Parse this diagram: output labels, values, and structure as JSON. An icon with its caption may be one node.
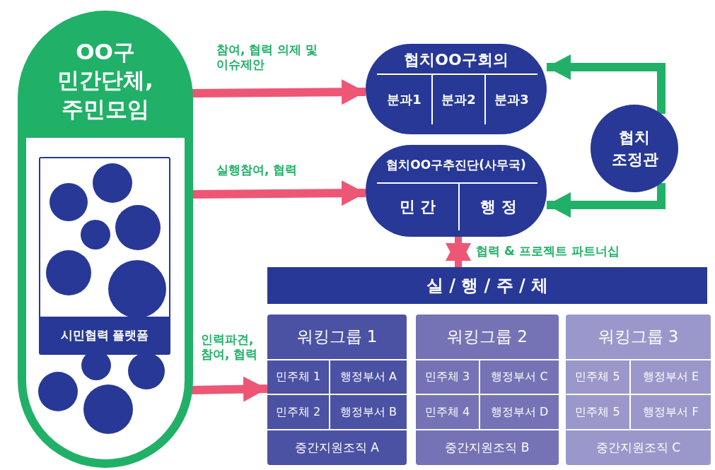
{
  "diagram": {
    "nodes": [
      {
        "text": [
          "OO구 민간단체, 주민모임"
        ]
      },
      {
        "text": [
          "시민협력 플랫폼"
        ],
        "in": 0
      },
      {
        "text": [
          "협치OO구회의"
        ]
      },
      {
        "text": [
          "분과1"
        ],
        "in": 2
      },
      {
        "text": [
          "분과2"
        ],
        "in": 2
      },
      {
        "text": [
          "분과3"
        ],
        "in": 2
      },
      {
        "text": [
          "협치OO구추진단(사무국)"
        ]
      },
      {
        "text": [
          "민 간"
        ],
        "in": 6
      },
      {
        "text": [
          "행 정"
        ],
        "in": 6
      },
      {
        "text": [
          "협치 조정관"
        ]
      },
      {
        "text": [
          "실 / 행 / 주 / 체"
        ]
      },
      {
        "text": [
          "워킹그룹 1"
        ]
      },
      {
        "text": [
          "민주체 1"
        ],
        "in": 11
      },
      {
        "text": [
          "행정부서 A"
        ],
        "in": 11
      },
      {
        "text": [
          "민주체 2"
        ],
        "in": 11
      },
      {
        "text": [
          "행정부서 B"
        ],
        "in": 11
      },
      {
        "text": [
          "중간지원조직 A"
        ],
        "in": 11
      },
      {
        "text": [
          "워킹그룹 2"
        ]
      },
      {
        "text": [
          "민주체 3"
        ],
        "in": 17
      },
      {
        "text": [
          "행정부서 C"
        ],
        "in": 17
      },
      {
        "text": [
          "민주체 4"
        ],
        "in": 17
      },
      {
        "text": [
          "행정부서 D"
        ],
        "in": 17
      },
      {
        "text": [
          "중간지원조직 B"
        ],
        "in": 17
      },
      {
        "text": [
          "워킹그룹 3"
        ]
      },
      {
        "text": [
          "민주체 5"
        ],
        "in": 23
      },
      {
        "text": [
          "행정부서 E"
        ],
        "in": 23
      },
      {
        "text": [
          "민주체 5"
        ],
        "in": 23
      },
      {
        "text": [
          "행정부서 F"
        ],
        "in": 23
      },
      {
        "text": [
          "중간지원조직 C"
        ],
        "in": 23
      }
    ],
    "edges": [
      {
        "from": 0,
        "to": 2,
        "arrow": "to",
        "label": "참여, 협력 의제 및 이슈제안"
      },
      {
        "from": 0,
        "to": 6,
        "arrow": "to",
        "label": "실행참여, 협력"
      },
      {
        "from": 0,
        "to": 11,
        "arrow": "to",
        "label": "인력파견, 참여, 협력"
      },
      {
        "from": 6,
        "to": 10,
        "arrow": "both",
        "label": "협력 & 프로젝트 파트너십"
      },
      {
        "from": 9,
        "to": 2,
        "arrow": "to",
        "color": "#21b068"
      },
      {
        "from": 9,
        "to": 6,
        "arrow": "to",
        "color": "#21b068"
      }
    ]
  }
}
